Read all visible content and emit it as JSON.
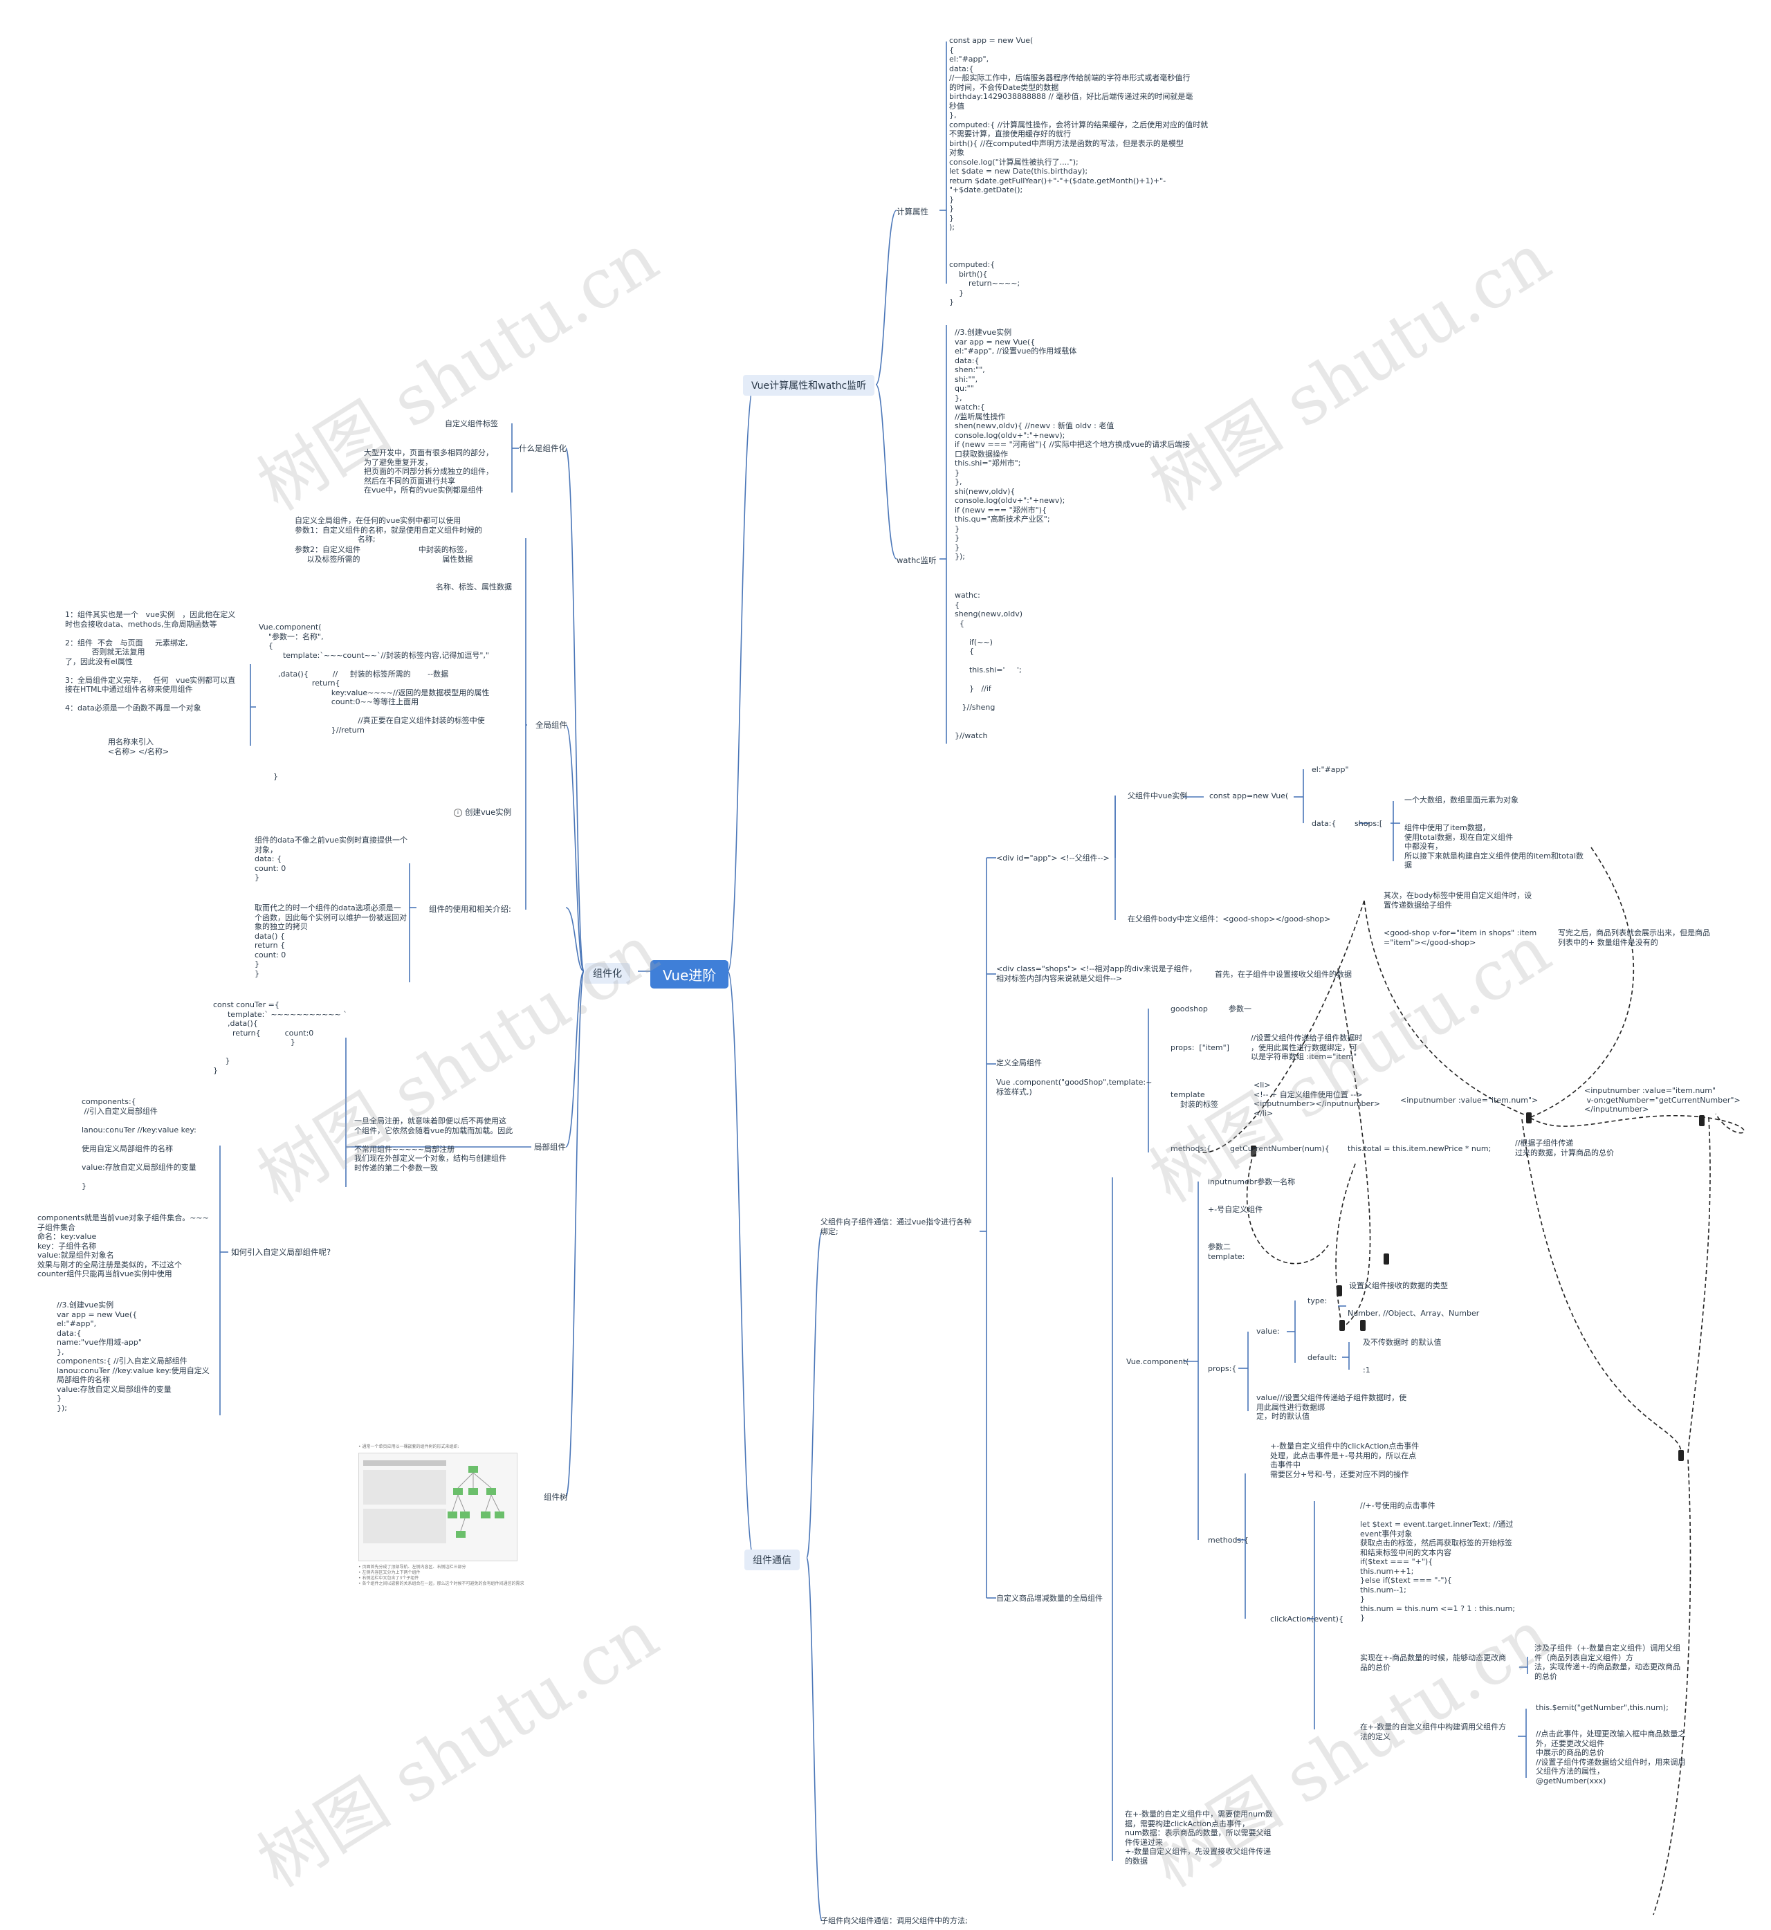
{
  "root": "Vue进阶",
  "watermark": "树图 shutu.cn",
  "branches": {
    "computed_watch": "Vue计算属性和wathc监听",
    "componentization": "组件化",
    "component_comm": "组件通信"
  },
  "computed": {
    "label": "计算属性",
    "code": "const app = new Vue(\n{\nel:\"#app\",\ndata:{\n//一般实际工作中，后端服务器程序传给前端的字符串形式或者毫秒值行\n的时间，不会传Date类型的数据\nbirthday:1429038888888 // 毫秒值，好比后端传递过来的时间就是毫\n秒值\n},\ncomputed:{ //计算属性操作，会将计算的结果缓存，之后使用对应的值时就\n不需要计算，直接使用缓存好的就行\nbirth(){ //在computed中声明方法是函数的写法，但是表示的是模型\n对象\nconsole.log(\"计算属性被执行了....\");\nlet $date = new Date(this.birthday);\nreturn $date.getFullYear()+\"-\"+($date.getMonth()+1)+\"-\n\"+$date.getDate();\n}\n}\n}\n);",
    "code2": "computed:{\n    birth(){\n        return~~~~;\n    }\n}"
  },
  "watch": {
    "label": "wathc监听",
    "code": "//3.创建vue实例\nvar app = new Vue({\nel:\"#app\", //设置vue的作用域载体\ndata:{\nshen:\"\",\nshi:\"\",\nqu:\"\"\n},\nwatch:{\n//监听属性操作\nshen(newv,oldv){ //newv : 新值 oldv : 老值\nconsole.log(oldv+\":\"+newv);\nif (newv === \"河南省\"){ //实际中把这个地方换成vue的请求后端接\n口获取数据操作\nthis.shi=\"郑州市\";\n}\n},\nshi(newv,oldv){\nconsole.log(oldv+\":\"+newv);\nif (newv === \"郑州市\"){\nthis.qu=\"高新技术产业区\";\n}\n}\n}\n});",
    "code2": "wathc:\n{\nsheng(newv,oldv)\n  {\n\n      if(~~)\n      {\n\n      this.shi='     ';\n\n      }   //if\n\n   }//sheng\n\n\n}//watch"
  },
  "comp": {
    "what_label": "什么是组件化",
    "what_custom": "自定义组件标签",
    "what_desc": "大型开发中，页面有很多相同的部分，\n为了避免重复开发，\n把页面的不同部分拆分成独立的组件，\n然后在不同的页面进行共享\n在vue中，所有的vue实例都是组件",
    "global_label": "全局组件",
    "global_text1": "自定义全局组件，在任何的vue实例中都可以使用\n参数1：自定义组件的名称，就是使用自定义组件时候的\n                          名称;",
    "global_text2": "参数2：自定义组件                        中封装的标签，\n     以及标签所需的                                  属性数据",
    "global_text3": "名称、标签、属性数据",
    "global_notes": "1：组件其实也是一个   vue实例   ，因此他在定义\n时也会接收data、methods,生命周期函数等\n\n2：组件  不会   与页面     元素绑定,\n           否则就无法复用\n了，因此没有el属性\n\n3：全局组件定义完毕，   任何   vue实例都可以直\n接在HTML中通过组件名称来使用组件\n\n4：data必须是一个函数不再是一个对象",
    "global_notes2": "用名称来引入\n<名称> </名称>",
    "global_code": "Vue.component(\n    \"参数一：名称\",\n    {\n          template:`~~~count~~`//封装的标签内容,记得加逗号\",\"\n\n        ,data(){          //     封装的标签所需的       --数据\n                      return{\n                              key:value~~~~//返回的是数据模型用的属性\n                              count:0~~等等往上面用\n\n                                         //真正要在自定义组件封装的标签中使\n                              }//return\n\n\n\n\n      }",
    "create_instance": "创建vue实例",
    "data_note1": "组件的data不像之前vue实例时直接提供一个\n对象，\ndata: {\ncount: 0\n}",
    "data_note2": "取而代之的时一个组件的data选项必须是一\n个函数，因此每个实例可以维护一份被返回对\n象的独立的拷贝\ndata() {\nreturn {\ncount: 0\n}\n}",
    "use_label": "组件的使用和相关介绍:",
    "local_label": "局部组件",
    "local_code": "const conuTer ={\n      template:` ~~~~~~~~~~~ `\n      ,data(){\n        return{          count:0\n                                }\n\n     }\n}",
    "local_desc": "一旦全局注册，就意味着即便以后不再使用这\n个组件，它依然会随着vue的加载而加载。因此\n\n不常用组件~~~~~局部注册\n我们现在外部定义一个对象，结构与创建组件\n时传递的第二个参数一致",
    "how_label": "如何引入自定义局部组件呢?",
    "how_text1": "components:{\n //引入自定义局部组件\n\nlanou:conuTer //key:value key:\n\n使用自定义局部组件的名称\n\nvalue:存放自定义局部组件的变量\n\n}",
    "how_text2": "components就是当前vue对象子组件集合。~~~\n子组件集合\n命名：key:value\nkey：子组件名称\nvalue:就是组件对象名\n效果与刚才的全局注册是类似的，不过这个\ncounter组件只能再当前vue实例中使用",
    "how_text3": "//3.创建vue实例\nvar app = new Vue({\nel:\"#app\",\ndata:{\nname:\"vue作用域-app\"\n},\ncomponents:{ //引入自定义局部组件\nlanou:conuTer //key:value key:使用自定义\n局部组件的名称\nvalue:存放自定义局部组件的变量\n}\n});",
    "tree_label": "组件树",
    "tree_caption": "• 通常一个单页应用以一棵嵌套的组件树的形式来组织:",
    "tree_notes": "• 页面首先分成了顶部导航、左侧内容区、右侧边栏三部分\n• 左侧内容区又分为上下两个组件\n• 右侧边栏中又包含了3个子组件\n• 各个组件之间以嵌套的关系组合在一起，那么这个时候不可避免的会有组件间通信的需求"
  },
  "comm": {
    "p2c_label": "父组件向子组件通信：通过vue指令进行各种\n绑定;",
    "c2p_label": "子组件向父组件通信：调用父组件中的方法;",
    "div_app": "<div id=\"app\"> <!--父组件-->",
    "parent_vue": "父组件中vue实例",
    "const_app": "const app=new Vue(",
    "el": "el:\"#app\"",
    "data": "data:{",
    "shops": "shops:[",
    "shops_desc1": "一个大数组，数组里面元素为对象",
    "shops_desc2": "组件中使用了item数据，\n使用total数据，现在自定义组件\n中都没有，\n所以接下来就是构建自定义组件使用的item和total数\n据",
    "body_use": "在父组件body中定义组件：<good-shop></good-shop>",
    "bind1": "其次，在body标签中使用自定义组件时，设\n置传递数据给子组件",
    "bind2": "<good-shop v-for=\"item in shops\" :item\n=\"item\"></good-shop>",
    "bind3": "写完之后，商品列表就会展示出来，但是商品\n列表中的+ 数量组件是没有的",
    "div_shops": "<div class=\"shops\"> <!--相对app的div来说是子组件，\n相对标签内部内容来说就是父组件-->",
    "div_shops_note": "首先，在子组件中设置接收父组件的数据",
    "def_global": "定义全局组件",
    "vue_comp_goodshop": "Vue .component(\"goodShop\",template:~\n标签样式,)",
    "goodshop": "goodshop",
    "param1": "参数一",
    "props": "props:  [\"item\"]",
    "props_note": "//设置父组件传递给子组件数据时\n，使用此属性进行数据绑定，可\n以是字符串数组 :item=\"item\"",
    "template": "template\n    封装的标签",
    "template_code": "<li>\n<!-- + 自定义组件使用位置 -->\n<inputnumber></inputnumber>\n</li>",
    "inputnumber": "<inputnumber :value=\"item.num\">",
    "inputnumber2": "<inputnumber :value=\"item.num\"\n v-on:getNumber=\"getCurrentNumber\">\n</inputnumber>",
    "methods": "methods:{",
    "getcurrent": "getCurrentNumber(num){",
    "total_expr": "this.total = this.item.newPrice * num;",
    "total_note": "//根据子组件传递\n过来的数据，计算商品的总价",
    "custom_plus": "自定义商品增减数量的全局组件",
    "vue_comp": "Vue.component(",
    "ip_param1": "inputnumebr参数一名称",
    "ip_plus": "+-号自定义组件",
    "ip_param2": "参数二\ntemplate:",
    "props2": "props:{",
    "value": "value:",
    "type": "type:",
    "type_note": "设置父组件接收的数据的类型",
    "type_values": "Number, //Object、Array、Number",
    "default": "default:",
    "default_note": "及不传数据时 的默认值",
    "default_val": ":1",
    "value_note": "value///设置父组件传递给子组件数据时，使\n用此属性进行数据绑\n定，时的默认值",
    "methods2": "methods:{",
    "methods2_note": "+-数量自定义组件中的clickAction点击事件\n处理，此点击事件是+-号共用的，所以在点\n击事件中\n需要区分+号和-号，还要对应不同的操作",
    "click": "clickAction(event){",
    "click_code": "//+-号使用的点击事件\n\nlet $text = event.target.innerText; //通过\nevent事件对象\n获取点击的标签，然后再获取标签的开始标签\n和结束标签中间的文本内容\nif($text === \"+\"){\nthis.num++1;\n}else if($text === \"-\"){\nthis.num--1;\n}\nthis.num = this.num <=1 ? 1 : this.num;\n}",
    "impl1": "实现在+-商品数量的时候，能够动态更改商\n品的总价",
    "impl1_note": "涉及子组件（+-数量自定义组件）调用父组\n件（商品列表自定义组件）方\n法，实现传递+-的商品数量，动态更改商品\n的总价",
    "emit_desc": "在+-数量的自定义组件中构建调用父组件方\n法的定义",
    "emit_code": "this.$emit(\"getNumber\",this.num);",
    "emit_note": "//点击此事件，处理更改输入框中商品数量之\n外，还要更改父组件\n中展示的商品的总价\n//设置子组件传递数据给父组件时，用来调用\n父组件方法的属性，\n@getNumber(xxx)",
    "bottom_note": "在+-数量的自定义组件中，需要使用num数\n据，需要构建clickAction点击事件，\nnum数据：表示商品的数量，所以需要父组\n件传递过来\n+-数量自定义组件，先设置接收父组件传递\n的数据"
  }
}
